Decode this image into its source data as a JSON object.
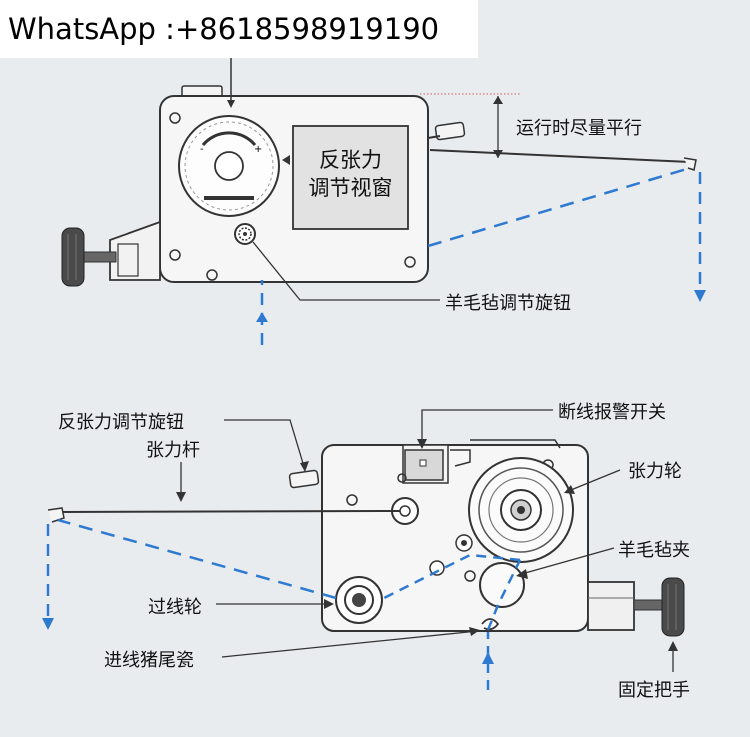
{
  "banner": "WhatsApp :+8618598919190",
  "top_view": {
    "window_line1": "反张力",
    "window_line2": "调节视窗",
    "parallel_label": "运行时尽量平行",
    "felt_knob_label": "羊毛毡调节旋钮"
  },
  "bottom_view": {
    "reverse_knob_label": "反张力调节旋钮",
    "tension_rod_label": "张力杆",
    "break_switch_label": "断线报警开关",
    "tension_wheel_label": "张力轮",
    "felt_clamp_label": "羊毛毡夹",
    "guide_wheel_label": "过线轮",
    "inlet_ceramic_label": "进线猪尾瓷",
    "handle_label": "固定把手"
  },
  "colors": {
    "background": "#e9ecef",
    "body": "#f6f6f6",
    "outline": "#333333",
    "wire": "#2e7ad1",
    "window": "#e2e2e2"
  }
}
